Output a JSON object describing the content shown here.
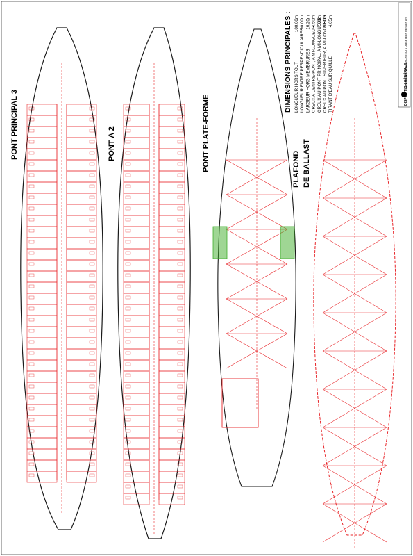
{
  "decks": [
    {
      "id": "pont-principal-3",
      "label": "PONT PRINCIPAL 3"
    },
    {
      "id": "pont-a-2",
      "label": "PONT A 2"
    },
    {
      "id": "pont-plate-forme",
      "label": "PONT PLATE-FORME"
    },
    {
      "id": "plafond-de-ballast",
      "label_line1": "PLAFOND",
      "label_line2": "DE BALLAST"
    }
  ],
  "dimensions": {
    "title": "DIMENSIONS PRINCIPALES :",
    "rows": [
      {
        "label": "LONGUEUR HORS TOUT",
        "value": "100.00m"
      },
      {
        "label": "LONGUEUR ENTRE PERPENDICULAIRES",
        "value": "90.00m"
      },
      {
        "label": "LARGEUR HORS MEMBRURES",
        "value": "16.20m"
      },
      {
        "label": "CREUX A L'ENTRE-PONT, A MI-LONGUEUR",
        "value": "4.50m"
      },
      {
        "label": "CREUX AU PONT PRINCIPAL, A MI-LONGUEUR",
        "value": "7.00m"
      },
      {
        "label": "CREUX AU PONT SUPERIEUR, A MI-LONGUEUR",
        "value": "9.50m"
      },
      {
        "label": "TIRANT D'EAU SUR QUILLE",
        "value": "4.65m"
      }
    ]
  },
  "title_block": {
    "company": "CONSULTING NAVAL ARCHITECTS OLE & TEEN HENSEN A/S",
    "drawing_title": "DISPOSITION GÉNÉRALE"
  },
  "colors": {
    "structure": "#e8262a",
    "hull": "#1a1a1a",
    "accent_green": "#3fae2a",
    "accent_yellow": "#f2c200"
  }
}
